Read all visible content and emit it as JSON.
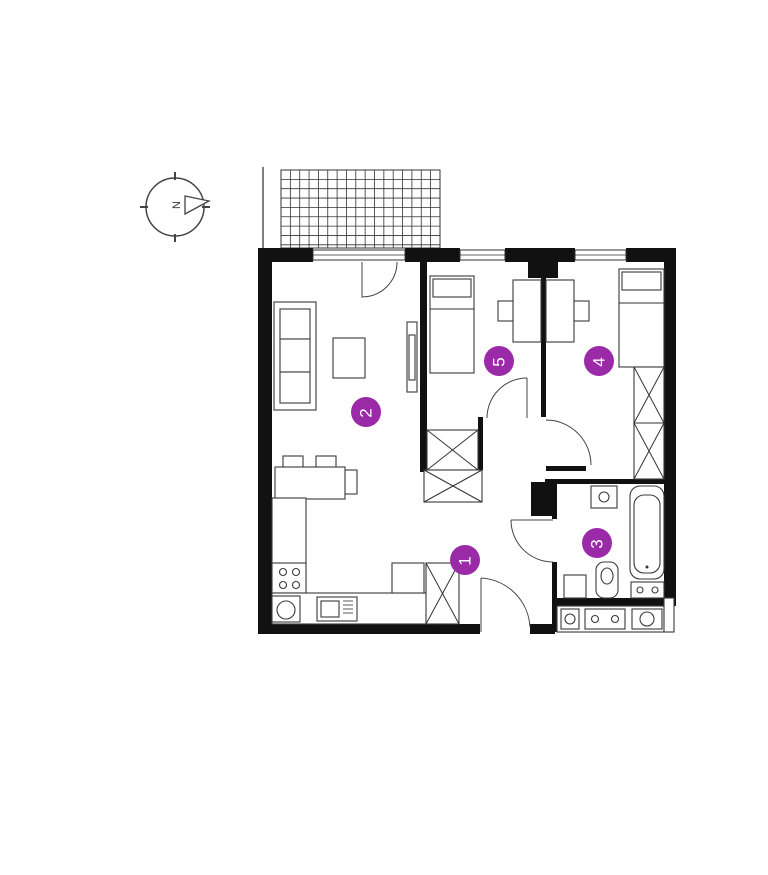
{
  "plan": {
    "compass_label": "N",
    "marker_color": "#9b2aa8",
    "rooms": [
      {
        "id": "1",
        "label": "1"
      },
      {
        "id": "2",
        "label": "2"
      },
      {
        "id": "3",
        "label": "3"
      },
      {
        "id": "4",
        "label": "4"
      },
      {
        "id": "5",
        "label": "5"
      }
    ]
  }
}
